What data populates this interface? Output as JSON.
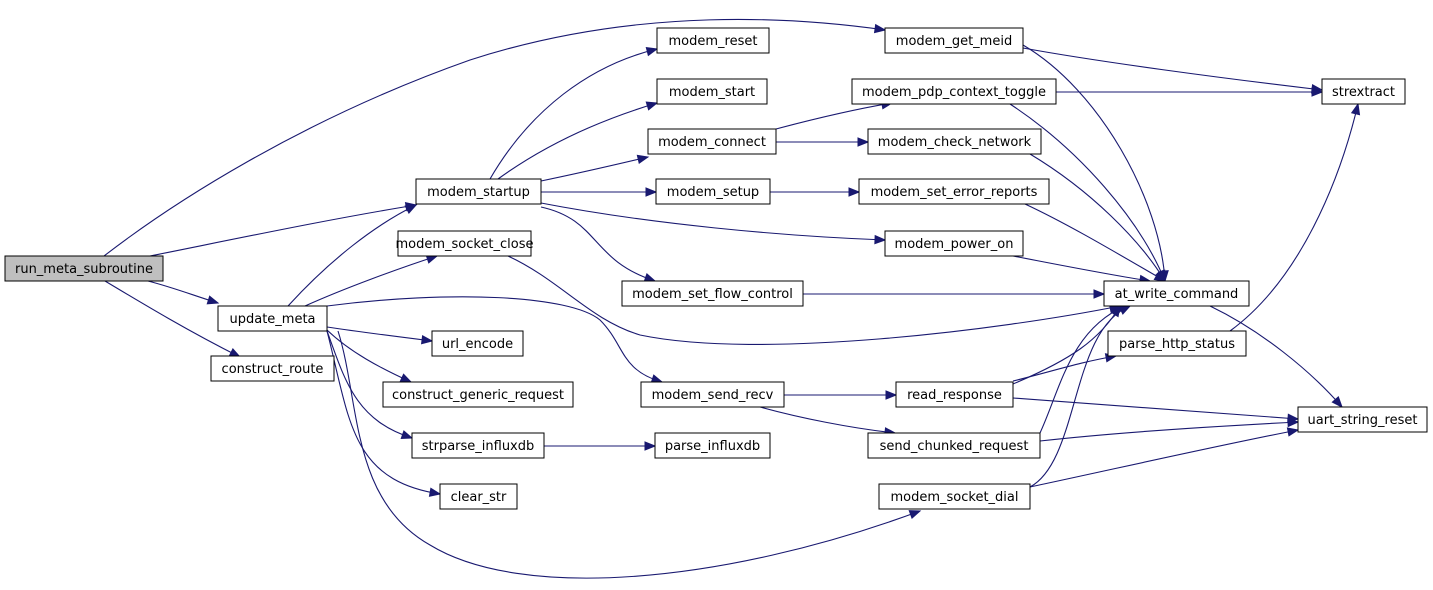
{
  "graph": {
    "colors": {
      "edge": "#191970",
      "root_fill": "#bfbfbf",
      "node_fill": "#ffffff",
      "border": "#000000"
    },
    "root": "run_meta_subroutine",
    "nodes": [
      {
        "id": "run_meta_subroutine",
        "label": "run_meta_subroutine"
      },
      {
        "id": "modem_startup",
        "label": "modem_startup"
      },
      {
        "id": "update_meta",
        "label": "update_meta"
      },
      {
        "id": "construct_route",
        "label": "construct_route"
      },
      {
        "id": "modem_get_meid",
        "label": "modem_get_meid"
      },
      {
        "id": "modem_reset",
        "label": "modem_reset"
      },
      {
        "id": "modem_start",
        "label": "modem_start"
      },
      {
        "id": "modem_connect",
        "label": "modem_connect"
      },
      {
        "id": "modem_setup",
        "label": "modem_setup"
      },
      {
        "id": "modem_power_on",
        "label": "modem_power_on"
      },
      {
        "id": "modem_set_flow_control",
        "label": "modem_set_flow_control"
      },
      {
        "id": "modem_socket_close",
        "label": "modem_socket_close"
      },
      {
        "id": "url_encode",
        "label": "url_encode"
      },
      {
        "id": "construct_generic_request",
        "label": "construct_generic_request"
      },
      {
        "id": "strparse_influxdb",
        "label": "strparse_influxdb"
      },
      {
        "id": "clear_str",
        "label": "clear_str"
      },
      {
        "id": "modem_send_recv",
        "label": "modem_send_recv"
      },
      {
        "id": "modem_socket_dial",
        "label": "modem_socket_dial"
      },
      {
        "id": "parse_influxdb",
        "label": "parse_influxdb"
      },
      {
        "id": "modem_pdp_context_toggle",
        "label": "modem_pdp_context_toggle"
      },
      {
        "id": "modem_check_network",
        "label": "modem_check_network"
      },
      {
        "id": "modem_set_error_reports",
        "label": "modem_set_error_reports"
      },
      {
        "id": "read_response",
        "label": "read_response"
      },
      {
        "id": "send_chunked_request",
        "label": "send_chunked_request"
      },
      {
        "id": "strextract",
        "label": "strextract"
      },
      {
        "id": "at_write_command",
        "label": "at_write_command"
      },
      {
        "id": "parse_http_status",
        "label": "parse_http_status"
      },
      {
        "id": "uart_string_reset",
        "label": "uart_string_reset"
      }
    ],
    "edges": [
      {
        "from": "run_meta_subroutine",
        "to": "modem_get_meid"
      },
      {
        "from": "run_meta_subroutine",
        "to": "modem_startup"
      },
      {
        "from": "run_meta_subroutine",
        "to": "update_meta"
      },
      {
        "from": "run_meta_subroutine",
        "to": "construct_route"
      },
      {
        "from": "modem_startup",
        "to": "modem_reset"
      },
      {
        "from": "modem_startup",
        "to": "modem_start"
      },
      {
        "from": "modem_startup",
        "to": "modem_connect"
      },
      {
        "from": "modem_startup",
        "to": "modem_setup"
      },
      {
        "from": "modem_startup",
        "to": "modem_power_on"
      },
      {
        "from": "modem_startup",
        "to": "modem_set_flow_control"
      },
      {
        "from": "update_meta",
        "to": "modem_startup"
      },
      {
        "from": "update_meta",
        "to": "modem_socket_close"
      },
      {
        "from": "update_meta",
        "to": "url_encode"
      },
      {
        "from": "update_meta",
        "to": "construct_generic_request"
      },
      {
        "from": "update_meta",
        "to": "strparse_influxdb"
      },
      {
        "from": "update_meta",
        "to": "clear_str"
      },
      {
        "from": "update_meta",
        "to": "modem_send_recv"
      },
      {
        "from": "update_meta",
        "to": "modem_socket_dial"
      },
      {
        "from": "strparse_influxdb",
        "to": "parse_influxdb"
      },
      {
        "from": "modem_connect",
        "to": "modem_pdp_context_toggle"
      },
      {
        "from": "modem_connect",
        "to": "modem_check_network"
      },
      {
        "from": "modem_setup",
        "to": "modem_set_error_reports"
      },
      {
        "from": "modem_send_recv",
        "to": "read_response"
      },
      {
        "from": "modem_send_recv",
        "to": "send_chunked_request"
      },
      {
        "from": "modem_get_meid",
        "to": "strextract"
      },
      {
        "from": "modem_get_meid",
        "to": "at_write_command"
      },
      {
        "from": "modem_pdp_context_toggle",
        "to": "strextract"
      },
      {
        "from": "modem_pdp_context_toggle",
        "to": "at_write_command"
      },
      {
        "from": "modem_check_network",
        "to": "at_write_command"
      },
      {
        "from": "modem_set_error_reports",
        "to": "at_write_command"
      },
      {
        "from": "modem_power_on",
        "to": "at_write_command"
      },
      {
        "from": "modem_set_flow_control",
        "to": "at_write_command"
      },
      {
        "from": "modem_socket_close",
        "to": "at_write_command"
      },
      {
        "from": "read_response",
        "to": "at_write_command"
      },
      {
        "from": "read_response",
        "to": "parse_http_status"
      },
      {
        "from": "read_response",
        "to": "uart_string_reset"
      },
      {
        "from": "send_chunked_request",
        "to": "at_write_command"
      },
      {
        "from": "send_chunked_request",
        "to": "uart_string_reset"
      },
      {
        "from": "modem_socket_dial",
        "to": "at_write_command"
      },
      {
        "from": "modem_socket_dial",
        "to": "uart_string_reset"
      },
      {
        "from": "parse_http_status",
        "to": "strextract"
      },
      {
        "from": "at_write_command",
        "to": "uart_string_reset"
      }
    ]
  }
}
